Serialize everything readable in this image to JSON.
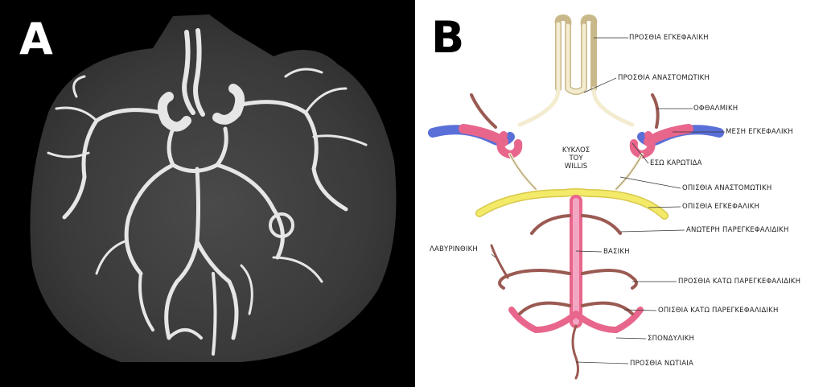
{
  "panel_a": {
    "letter": "A"
  },
  "panel_b": {
    "letter": "B",
    "center_label": [
      "ΚΥΚΛΟΣ",
      "ΤΟΥ",
      "WILLIS"
    ],
    "labels": {
      "anterior_cerebral": "ΠΡΟΣΘΙΑ ΕΓΚΕΦΑΛΙΚΗ",
      "anterior_communicating": "ΠΡΟΣΘΙΑ ΑΝΑΣΤΟΜΩΤΙΚΗ",
      "ophthalmic": "ΟΦΘΑΛΜΙΚΗ",
      "middle_cerebral": "ΜΕΣΗ ΕΓΚΕΦΑΛΙΚΗ",
      "internal_carotid": "ΕΣΩ ΚΑΡΩΤΙΔΑ",
      "posterior_communicating": "ΟΠΙΣΘΙΑ ΑΝΑΣΤΟΜΩΤΙΚΗ",
      "posterior_cerebral": "ΟΠΙΣΘΙΑ ΕΓΚΕΦΑΛΙΚΗ",
      "superior_cerebellar": "ΑΝΩΤΕΡΗ ΠΑΡΕΓΚΕΦΑΛΙΔΙΚΗ",
      "basilar": "ΒΑΣΙΚΗ",
      "labyrinthine": "ΛΑΒΥΡΙΝΘΙΚΗ",
      "anterior_inferior_cerebellar": "ΠΡΟΣΘΙΑ ΚΑΤΩ ΠΑΡΕΓΚΕΦΑΛΙΔΙΚΗ",
      "posterior_inferior_cerebellar": "ΟΠΙΣΘΙΑ ΚΑΤΩ ΠΑΡΕΓΚΕΦΑΛΙΔΙΚΗ",
      "vertebral": "ΣΠΟΝΔΥΛΙΚΗ",
      "anterior_spinal": "ΠΡΟΣΘΙΑ ΝΩΤΙΑΙΑ"
    },
    "colors": {
      "anterior": "#f4ecd0",
      "carotid": "#e8668c",
      "middle": "#5a6fd8",
      "posterior": "#f4ea6a",
      "basilar": "#f2a6c2",
      "branch": "#9a5a52"
    }
  }
}
